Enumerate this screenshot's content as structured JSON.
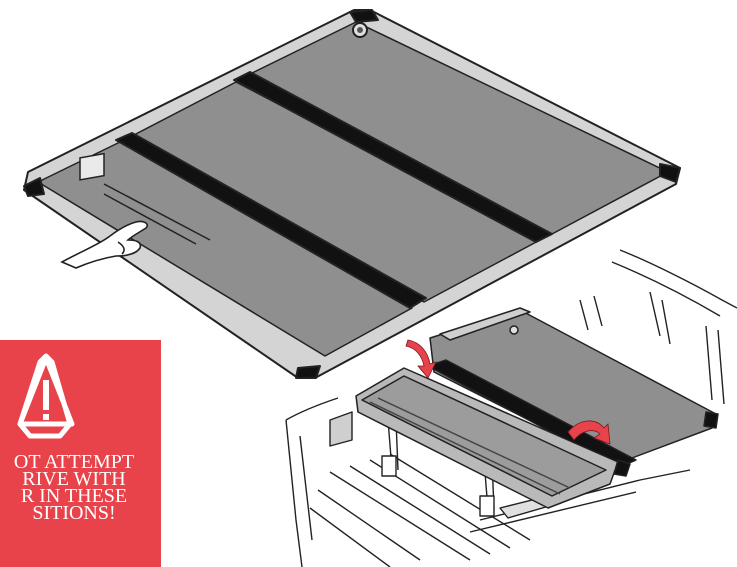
{
  "warning": {
    "lines": [
      "OT ATTEMPT",
      "RIVE WITH",
      "R IN THESE",
      "SITIONS!"
    ],
    "background_color": "#e8434b",
    "text_color": "#ffffff",
    "icon": "warning-triangle-icon"
  },
  "colors": {
    "cover_panel": "#8e8e8e",
    "cover_frame": "#c9c9c9",
    "hinge_strip": "#111111",
    "fold_arrow": "#e8434b",
    "line_art": "#222222"
  }
}
